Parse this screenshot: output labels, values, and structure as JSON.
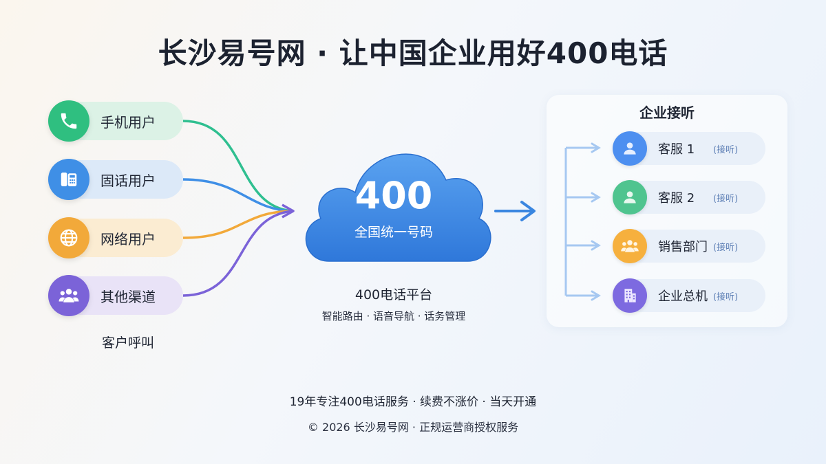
{
  "title": "长沙易号网 · 让中国企业用好400电话",
  "sources": [
    {
      "label": "手机用户",
      "icon": "phone-icon",
      "color": "#2fbf80",
      "bg": "#dcf2e6"
    },
    {
      "label": "固话用户",
      "icon": "landline-icon",
      "color": "#3f8fe6",
      "bg": "#dce9f8"
    },
    {
      "label": "网络用户",
      "icon": "globe-icon",
      "color": "#f2a93a",
      "bg": "#fbecd2"
    },
    {
      "label": "其他渠道",
      "icon": "people-icon",
      "color": "#7b63d8",
      "bg": "#e9e3f7"
    }
  ],
  "sources_caption": "客户呼叫",
  "platform": {
    "number": "400",
    "subtitle": "全国统一号码",
    "title": "400电话平台",
    "features": "智能路由 · 语音导航 · 话务管理",
    "cloud_color": "#3d8ae6"
  },
  "destinations_title": "企业接听",
  "destinations": [
    {
      "label": "客服 1",
      "tag": "(接听)",
      "icon": "user-icon",
      "color": "#4d8ff0"
    },
    {
      "label": "客服 2",
      "tag": "(接听)",
      "icon": "user-icon",
      "color": "#4fc48f"
    },
    {
      "label": "销售部门",
      "tag": "(接听)",
      "icon": "group-icon",
      "color": "#f6b03e"
    },
    {
      "label": "企业总机",
      "tag": "(接听)",
      "icon": "building-icon",
      "color": "#7d6ae0"
    }
  ],
  "footer": {
    "line1": "19年专注400电话服务 · 续费不涨价 · 当天开通",
    "line2": "© 2026 长沙易号网 · 正规运营商授权服务"
  }
}
